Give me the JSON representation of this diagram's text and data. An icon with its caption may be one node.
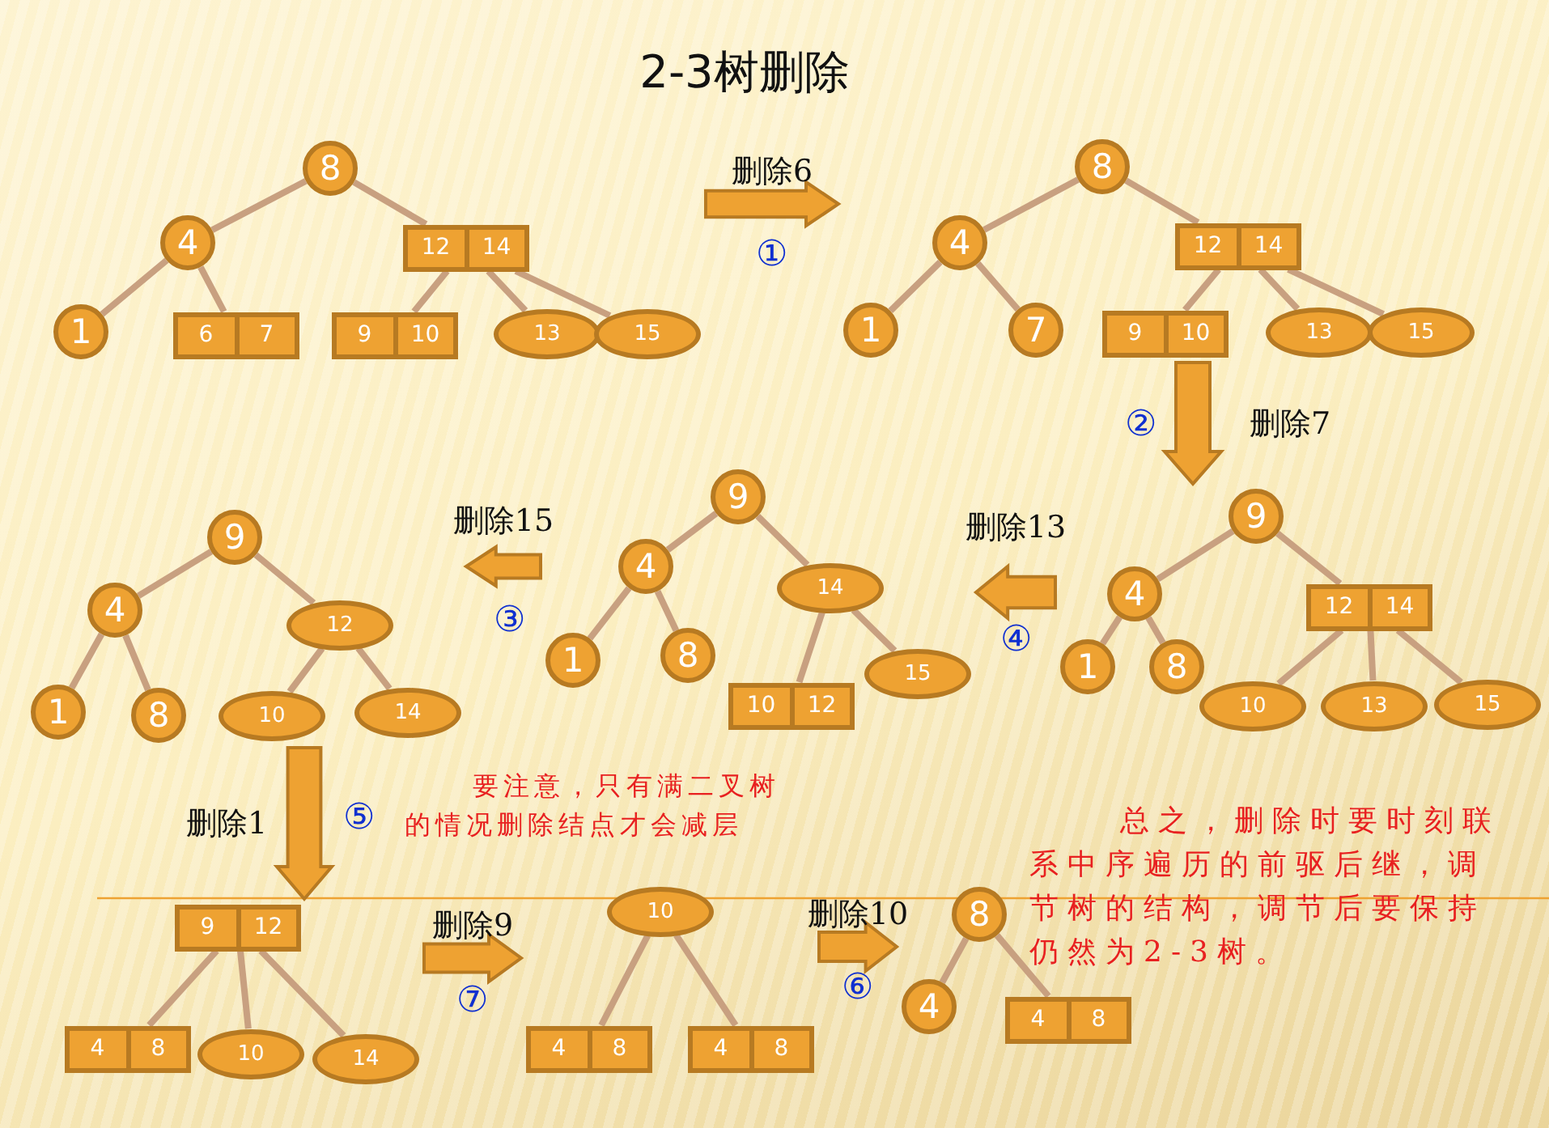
{
  "diagram": {
    "title": "2-3树删除",
    "nodes": [
      {
        "text": [],
        "shape": "tree"
      },
      {
        "text": [
          "8"
        ],
        "in": 0
      },
      {
        "text": [
          "4"
        ],
        "in": 0
      },
      {
        "text": [
          "12",
          "14"
        ],
        "in": 0
      },
      {
        "text": [
          "1"
        ],
        "in": 0
      },
      {
        "text": [
          "6",
          "7"
        ],
        "in": 0
      },
      {
        "text": [
          "9",
          "10"
        ],
        "in": 0
      },
      {
        "text": [
          "13"
        ],
        "in": 0
      },
      {
        "text": [
          "15"
        ],
        "in": 0
      },
      {
        "text": [],
        "shape": "tree"
      },
      {
        "text": [
          "8"
        ],
        "in": 9
      },
      {
        "text": [
          "4"
        ],
        "in": 9
      },
      {
        "text": [
          "12",
          "14"
        ],
        "in": 9
      },
      {
        "text": [
          "1"
        ],
        "in": 9
      },
      {
        "text": [
          "7"
        ],
        "in": 9
      },
      {
        "text": [
          "9",
          "10"
        ],
        "in": 9
      },
      {
        "text": [
          "13"
        ],
        "in": 9
      },
      {
        "text": [
          "15"
        ],
        "in": 9
      },
      {
        "text": [],
        "shape": "tree"
      },
      {
        "text": [
          "9"
        ],
        "in": 18
      },
      {
        "text": [
          "4"
        ],
        "in": 18
      },
      {
        "text": [
          "12",
          "14"
        ],
        "in": 18
      },
      {
        "text": [
          "1"
        ],
        "in": 18
      },
      {
        "text": [
          "8"
        ],
        "in": 18
      },
      {
        "text": [
          "10"
        ],
        "in": 18
      },
      {
        "text": [
          "13"
        ],
        "in": 18
      },
      {
        "text": [
          "15"
        ],
        "in": 18
      },
      {
        "text": [],
        "shape": "tree"
      },
      {
        "text": [
          "9"
        ],
        "in": 27
      },
      {
        "text": [
          "4"
        ],
        "in": 27
      },
      {
        "text": [
          "14"
        ],
        "in": 27
      },
      {
        "text": [
          "1"
        ],
        "in": 27
      },
      {
        "text": [
          "8"
        ],
        "in": 27
      },
      {
        "text": [
          "10",
          "12"
        ],
        "in": 27
      },
      {
        "text": [
          "15"
        ],
        "in": 27
      },
      {
        "text": [],
        "shape": "tree"
      },
      {
        "text": [
          "9"
        ],
        "in": 35
      },
      {
        "text": [
          "4"
        ],
        "in": 35
      },
      {
        "text": [
          "12"
        ],
        "in": 35
      },
      {
        "text": [
          "1"
        ],
        "in": 35
      },
      {
        "text": [
          "8"
        ],
        "in": 35
      },
      {
        "text": [
          "10"
        ],
        "in": 35
      },
      {
        "text": [
          "14"
        ],
        "in": 35
      },
      {
        "text": [],
        "shape": "tree"
      },
      {
        "text": [
          "9",
          "12"
        ],
        "in": 43
      },
      {
        "text": [
          "4",
          "8"
        ],
        "in": 43
      },
      {
        "text": [
          "10"
        ],
        "in": 43
      },
      {
        "text": [
          "14"
        ],
        "in": 43
      },
      {
        "text": [],
        "shape": "tree"
      },
      {
        "text": [
          "10"
        ],
        "in": 48
      },
      {
        "text": [
          "4",
          "8"
        ],
        "in": 48
      },
      {
        "text": [
          "4",
          "8"
        ],
        "in": 48
      },
      {
        "text": [],
        "shape": "tree"
      },
      {
        "text": [
          "8"
        ],
        "in": 52
      },
      {
        "text": [
          "4"
        ],
        "in": 52
      },
      {
        "text": [
          "4",
          "8"
        ],
        "in": 52
      }
    ],
    "edges": [
      {
        "from": 1,
        "to": 2,
        "arrow": "none"
      },
      {
        "from": 1,
        "to": 3,
        "arrow": "none"
      },
      {
        "from": 2,
        "to": 4,
        "arrow": "none"
      },
      {
        "from": 2,
        "to": 5,
        "arrow": "none"
      },
      {
        "from": 3,
        "to": 6,
        "arrow": "none"
      },
      {
        "from": 3,
        "to": 7,
        "arrow": "none"
      },
      {
        "from": 3,
        "to": 8,
        "arrow": "none"
      },
      {
        "from": 10,
        "to": 11,
        "arrow": "none"
      },
      {
        "from": 10,
        "to": 12,
        "arrow": "none"
      },
      {
        "from": 11,
        "to": 13,
        "arrow": "none"
      },
      {
        "from": 11,
        "to": 14,
        "arrow": "none"
      },
      {
        "from": 12,
        "to": 15,
        "arrow": "none"
      },
      {
        "from": 12,
        "to": 16,
        "arrow": "none"
      },
      {
        "from": 12,
        "to": 17,
        "arrow": "none"
      },
      {
        "from": 19,
        "to": 20,
        "arrow": "none"
      },
      {
        "from": 19,
        "to": 21,
        "arrow": "none"
      },
      {
        "from": 20,
        "to": 22,
        "arrow": "none"
      },
      {
        "from": 20,
        "to": 23,
        "arrow": "none"
      },
      {
        "from": 21,
        "to": 24,
        "arrow": "none"
      },
      {
        "from": 21,
        "to": 25,
        "arrow": "none"
      },
      {
        "from": 21,
        "to": 26,
        "arrow": "none"
      },
      {
        "from": 28,
        "to": 29,
        "arrow": "none"
      },
      {
        "from": 28,
        "to": 30,
        "arrow": "none"
      },
      {
        "from": 29,
        "to": 31,
        "arrow": "none"
      },
      {
        "from": 29,
        "to": 32,
        "arrow": "none"
      },
      {
        "from": 30,
        "to": 33,
        "arrow": "none"
      },
      {
        "from": 30,
        "to": 34,
        "arrow": "none"
      },
      {
        "from": 36,
        "to": 37,
        "arrow": "none"
      },
      {
        "from": 36,
        "to": 38,
        "arrow": "none"
      },
      {
        "from": 37,
        "to": 39,
        "arrow": "none"
      },
      {
        "from": 37,
        "to": 40,
        "arrow": "none"
      },
      {
        "from": 38,
        "to": 41,
        "arrow": "none"
      },
      {
        "from": 38,
        "to": 42,
        "arrow": "none"
      },
      {
        "from": 44,
        "to": 45,
        "arrow": "none"
      },
      {
        "from": 44,
        "to": 46,
        "arrow": "none"
      },
      {
        "from": 44,
        "to": 47,
        "arrow": "none"
      },
      {
        "from": 49,
        "to": 50,
        "arrow": "none"
      },
      {
        "from": 49,
        "to": 51,
        "arrow": "none"
      },
      {
        "from": 53,
        "to": 54,
        "arrow": "none"
      },
      {
        "from": 53,
        "to": 55,
        "arrow": "none"
      },
      {
        "from": 0,
        "to": 9,
        "label": "删除6",
        "arrow": "to",
        "style": "thick"
      },
      {
        "from": 9,
        "to": 18,
        "label": "删除7",
        "arrow": "to",
        "style": "thick"
      },
      {
        "from": 18,
        "to": 27,
        "label": "删除13",
        "arrow": "to",
        "style": "thick"
      },
      {
        "from": 27,
        "to": 35,
        "label": "删除15",
        "arrow": "to",
        "style": "thick"
      },
      {
        "from": 35,
        "to": 43,
        "label": "删除1",
        "arrow": "to",
        "style": "thick"
      },
      {
        "from": 43,
        "to": 48,
        "label": "删除9",
        "arrow": "to",
        "style": "thick"
      },
      {
        "from": 48,
        "to": 52,
        "label": "删除10",
        "arrow": "to",
        "style": "thick"
      }
    ],
    "labels": [
      "①",
      "②",
      "③",
      "④",
      "要注意，只有满二叉树的情况删除结点才会减层",
      "⑤",
      "总之，删除时要时刻联系中序遍历的前驱后继，调节树的结构，调节后要保持仍然为2-3树。",
      "⑥",
      "⑦"
    ]
  }
}
